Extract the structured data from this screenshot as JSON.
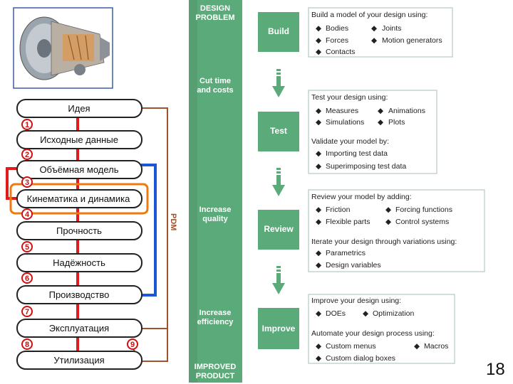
{
  "diagram": {
    "stages": [
      "Идея",
      "Исходные данные",
      "Объёмная модель",
      "Кинематика и динамика",
      "Прочность",
      "Надёжность",
      "Производство",
      "Эксплуатация",
      "Утилизация"
    ],
    "stage_numbers": [
      "1",
      "2",
      "3",
      "4",
      "5",
      "6",
      "7",
      "8",
      "9"
    ],
    "pdm_label": "PDM",
    "highlighted_stage": "Кинематика и динамика",
    "colors": {
      "red": "#e01b1b",
      "blue": "#1a56d6",
      "brown": "#a0522d",
      "orange": "#f07a10",
      "green": "#5bab7a",
      "dark_green": "#4a8a63"
    }
  },
  "band": {
    "top": [
      "DESIGN",
      "PROBLEM"
    ],
    "label1": [
      "Cut time",
      "and costs"
    ],
    "label2": [
      "Increase",
      "quality"
    ],
    "label3": [
      "Increase",
      "efficiency"
    ],
    "bottom": [
      "IMPROVED",
      "PRODUCT"
    ]
  },
  "steps": [
    "Build",
    "Test",
    "Review",
    "Improve"
  ],
  "panels": {
    "build": {
      "heading": "Build a model of your design using:",
      "items": [
        "Bodies",
        "Joints",
        "Forces",
        "Motion generators",
        "Contacts"
      ]
    },
    "test": {
      "heading": "Test your design using:",
      "items": [
        "Measures",
        "Animations",
        "Simulations",
        "Plots"
      ],
      "heading2": "Validate your model by:",
      "items2": [
        "Importing test data",
        "Superimposing test data"
      ]
    },
    "review": {
      "heading": "Review your model by adding:",
      "items": [
        "Friction",
        "Forcing functions",
        "Flexible parts",
        "Control systems"
      ],
      "heading2": "Iterate your design through variations using:",
      "items2": [
        "Parametrics",
        "Design variables"
      ]
    },
    "improve": {
      "heading": "Improve your design using:",
      "items": [
        "DOEs",
        "Optimization"
      ],
      "heading2": "Automate your design process using:",
      "items2": [
        "Custom menus",
        "Macros",
        "Custom dialog boxes"
      ]
    }
  },
  "slide_number": "18",
  "image_icon": "jet-engine-icon"
}
